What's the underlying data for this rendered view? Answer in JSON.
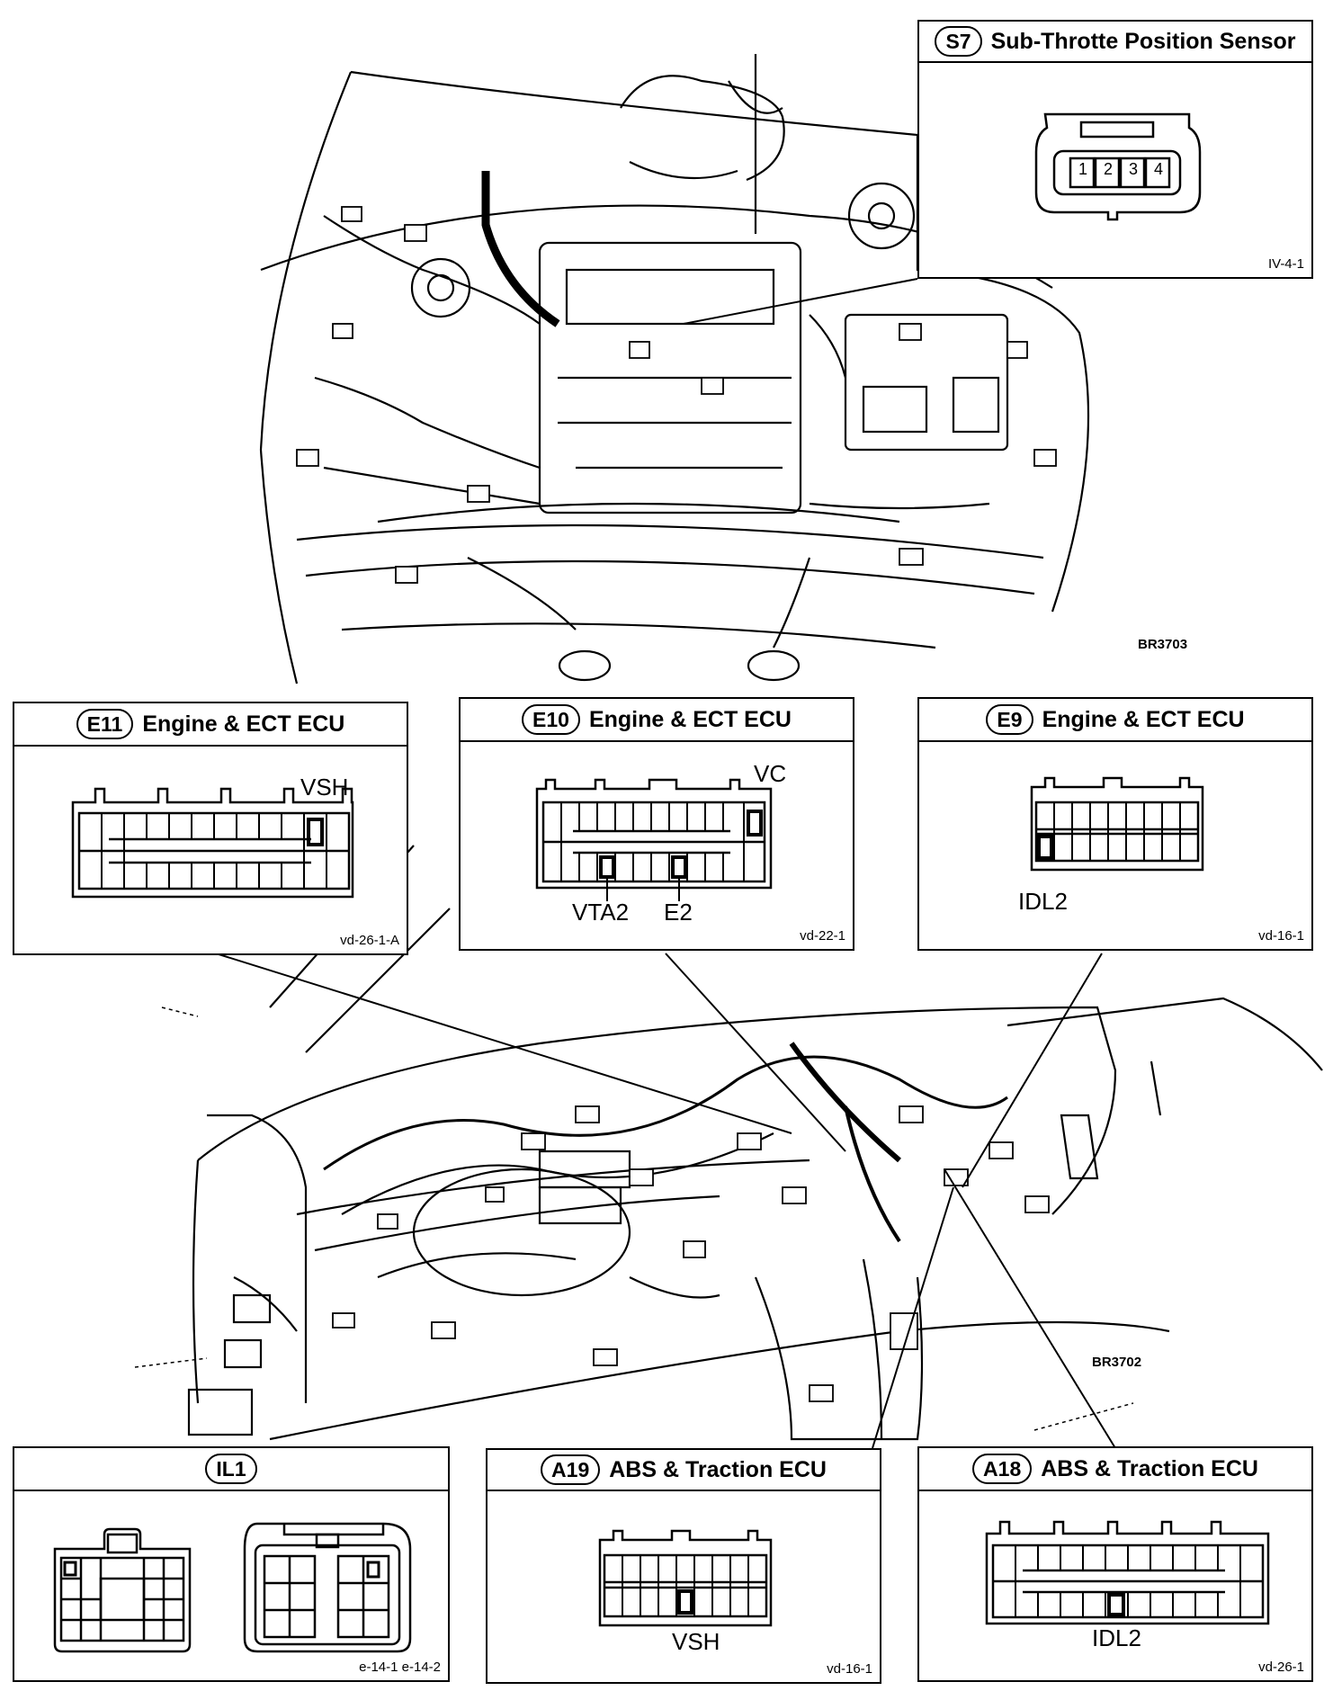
{
  "figure_labels": {
    "engine_bay": "BR3703",
    "dashboard": "BR3702"
  },
  "connectors": {
    "s7": {
      "code": "S7",
      "title": "Sub-Throtte Position Sensor",
      "ref": "IV-4-1",
      "pins": [
        "1",
        "2",
        "3",
        "4"
      ]
    },
    "e11": {
      "code": "E11",
      "title": "Engine & ECT ECU",
      "ref": "vd-26-1-A",
      "pin_labels": [
        "VSH"
      ]
    },
    "e10": {
      "code": "E10",
      "title": "Engine & ECT ECU",
      "ref": "vd-22-1",
      "pin_labels": [
        "VC",
        "VTA2",
        "E2"
      ]
    },
    "e9": {
      "code": "E9",
      "title": "Engine & ECT ECU",
      "ref": "vd-16-1",
      "pin_labels": [
        "IDL2"
      ]
    },
    "il1": {
      "code": "IL1",
      "title": "",
      "ref": "e-14-1  e-14-2"
    },
    "a19": {
      "code": "A19",
      "title": "ABS & Traction ECU",
      "ref": "vd-16-1",
      "pin_labels": [
        "VSH"
      ]
    },
    "a18": {
      "code": "A18",
      "title": "ABS & Traction ECU",
      "ref": "vd-26-1",
      "pin_labels": [
        "IDL2"
      ]
    }
  }
}
